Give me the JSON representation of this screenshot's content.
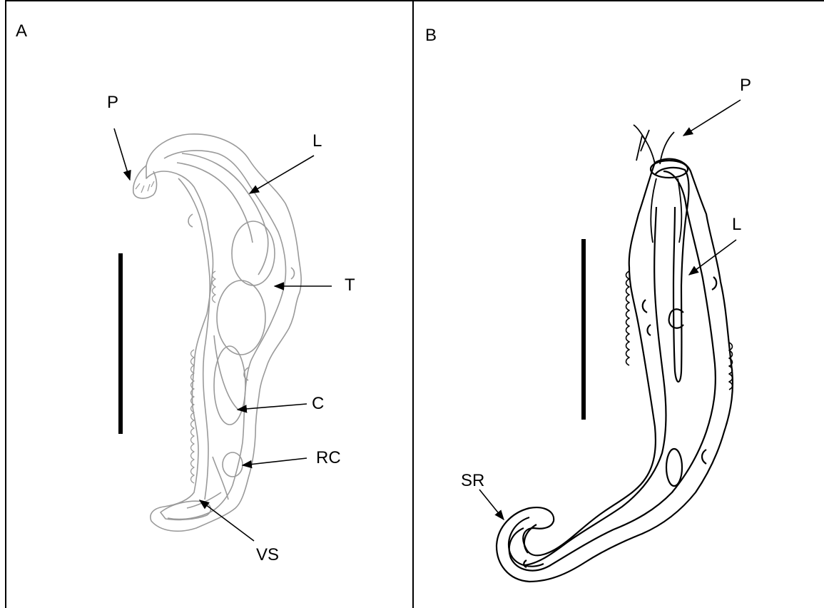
{
  "panels": {
    "a": {
      "letter": "A",
      "labels": {
        "p": "P",
        "l": "L",
        "t": "T",
        "c": "C",
        "rc": "RC",
        "vs": "VS"
      }
    },
    "b": {
      "letter": "B",
      "labels": {
        "p": "P",
        "l": "L",
        "sr": "SR"
      }
    }
  }
}
